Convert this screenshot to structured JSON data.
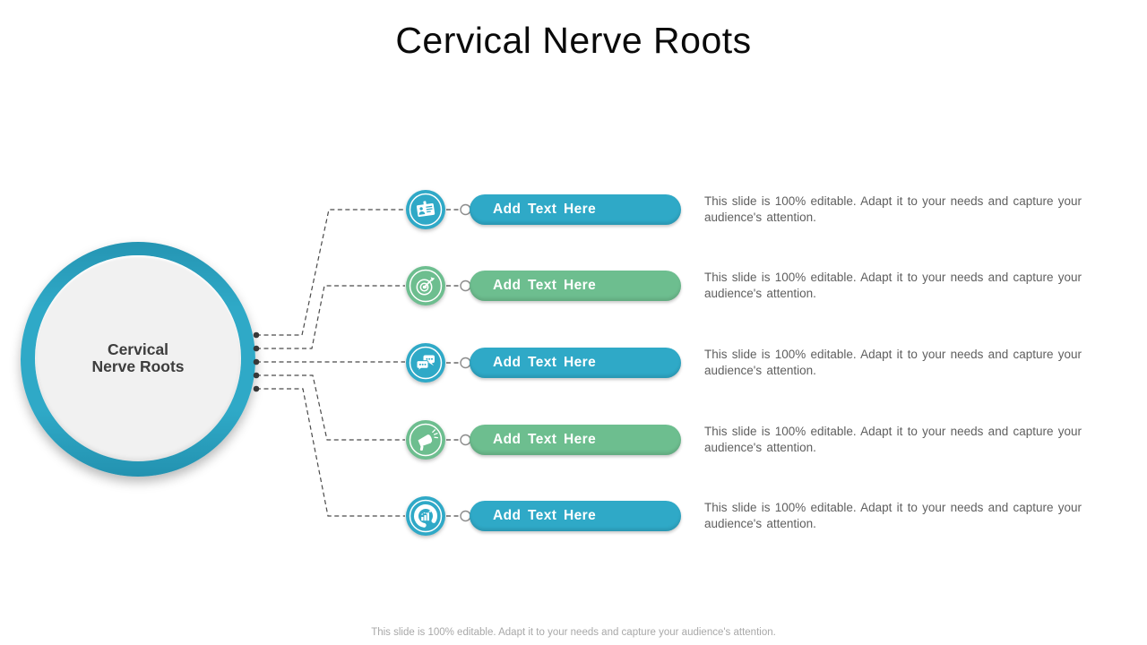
{
  "slide": {
    "title": "Cervical Nerve Roots",
    "center_circle": {
      "line1": "Cervical",
      "line2": "Nerve Roots"
    },
    "rows": [
      {
        "icon": "id-badge-icon",
        "button_label": "Add Text Here",
        "description": "This slide is 100% editable. Adapt it to your needs and capture your audience's attention.",
        "color": "#2fa9c7"
      },
      {
        "icon": "target-dart-icon",
        "button_label": "Add Text Here",
        "description": "This slide is 100% editable. Adapt it to your needs and capture your audience's attention.",
        "color": "#6dbe8f"
      },
      {
        "icon": "chat-bubbles-icon",
        "button_label": "Add Text Here",
        "description": "This slide is 100% editable. Adapt it to your needs and capture your audience's attention.",
        "color": "#2fa9c7"
      },
      {
        "icon": "megaphone-icon",
        "button_label": "Add Text Here",
        "description": "This slide is 100% editable. Adapt it to your needs and capture your audience's attention.",
        "color": "#6dbe8f"
      },
      {
        "icon": "growth-chart-icon",
        "button_label": "Add Text Here",
        "description": "This slide is 100% editable. Adapt it to your needs and capture your audience's attention.",
        "color": "#2fa9c7"
      }
    ],
    "footer": "This slide is 100% editable. Adapt it to your needs and capture your audience's attention.",
    "colors": {
      "teal": "#2fa9c7",
      "green": "#6dbe8f",
      "connector": "#4a4a4a",
      "body_text": "#5f5f5f",
      "footer_text": "#a8a8a8"
    }
  }
}
